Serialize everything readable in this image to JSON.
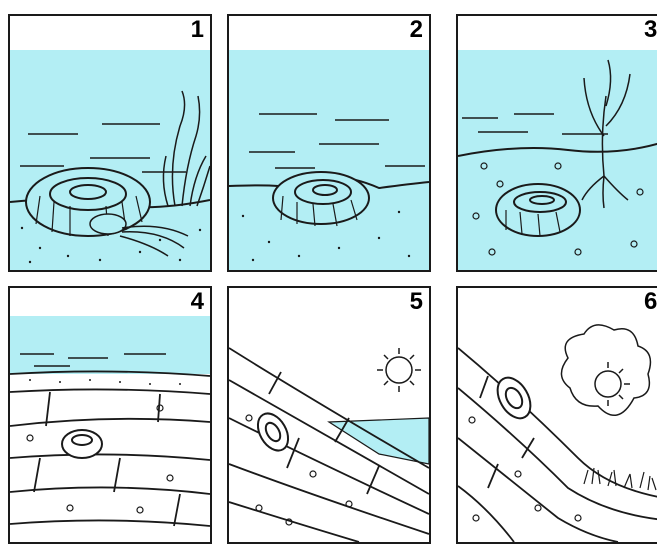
{
  "panels": [
    {
      "number": "1"
    },
    {
      "number": "2"
    },
    {
      "number": "3"
    },
    {
      "number": "4"
    },
    {
      "number": "5"
    },
    {
      "number": "6"
    }
  ],
  "colors": {
    "water": "#b3eef4",
    "sediment": "#ffffff",
    "ink": "#1a1a1a"
  }
}
